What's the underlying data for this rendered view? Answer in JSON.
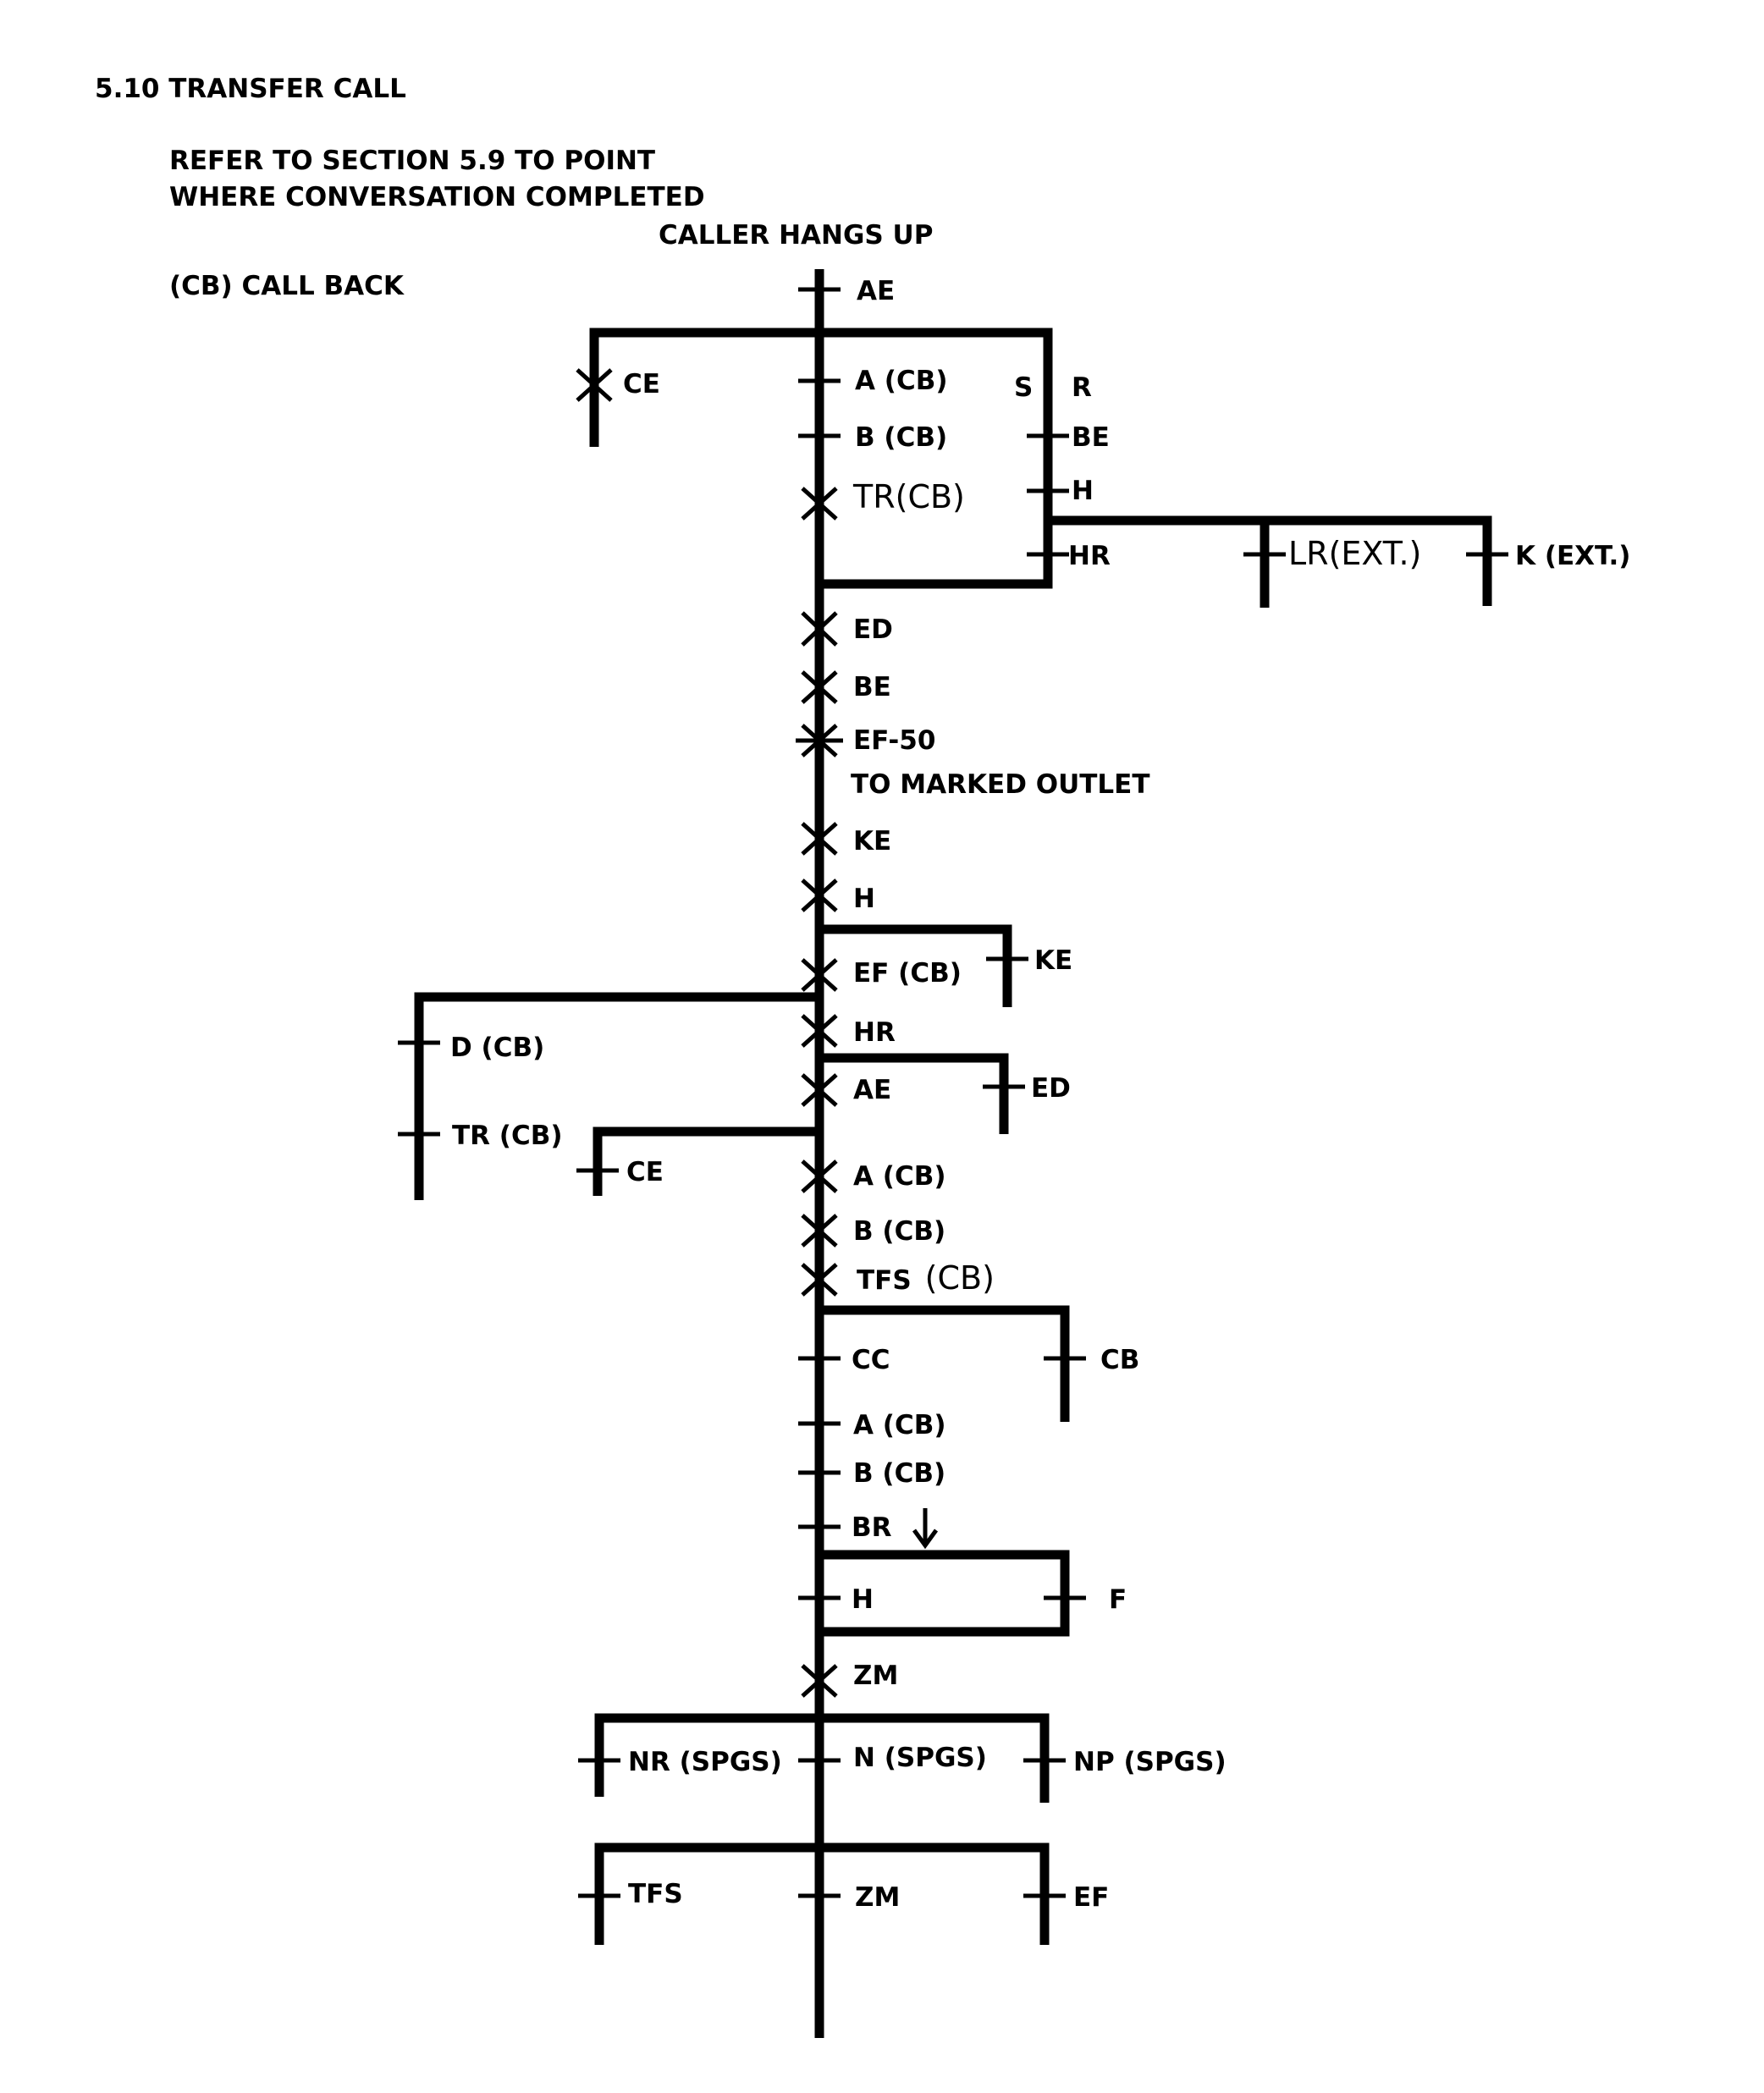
{
  "header": {
    "section_title": "5.10 TRANSFER CALL",
    "refer_line1": "REFER TO SECTION 5.9 TO POINT",
    "refer_line2": "WHERE CONVERSATION COMPLETED",
    "caller_hangs_up": "CALLER HANGS UP",
    "legend": "(CB) CALL BACK"
  },
  "labels": {
    "ae_1": "AE",
    "ce_1": "CE",
    "a_cb_1": "A (CB)",
    "s": "S",
    "r": "R",
    "b_cb_1": "B (CB)",
    "be_right": "BE",
    "tr_cb_1": "TR(CB)",
    "h_right": "H",
    "hr_right": "HR",
    "lr_ext": "LR(EXT.)",
    "k_ext": "K (EXT.)",
    "ed_1": "ED",
    "be_2": "BE",
    "ef_50": "EF-50",
    "to_marked_outlet": "TO MARKED OUTLET",
    "ke_1": "KE",
    "h_2": "H",
    "ke_2": "KE",
    "ef_cb": "EF (CB)",
    "d_cb": "D (CB)",
    "hr_2": "HR",
    "ed_2": "ED",
    "ae_2": "AE",
    "tr_cb_2": "TR (CB)",
    "ce_2": "CE",
    "a_cb_2": "A (CB)",
    "b_cb_2": "B (CB)",
    "tfs_cb_tfs": "TFS",
    "tfs_cb_cb": "(CB)",
    "cc": "CC",
    "cb": "CB",
    "a_cb_3": "A (CB)",
    "b_cb_3": "B (CB)",
    "br": "BR",
    "h_3": "H",
    "f": "F",
    "zm_1": "ZM",
    "nr_spgs": "NR (SPGS)",
    "n_spgs": "N (SPGS)",
    "np_spgs": "NP (SPGS)",
    "tfs": "TFS",
    "zm_2": "ZM",
    "ef": "EF"
  }
}
